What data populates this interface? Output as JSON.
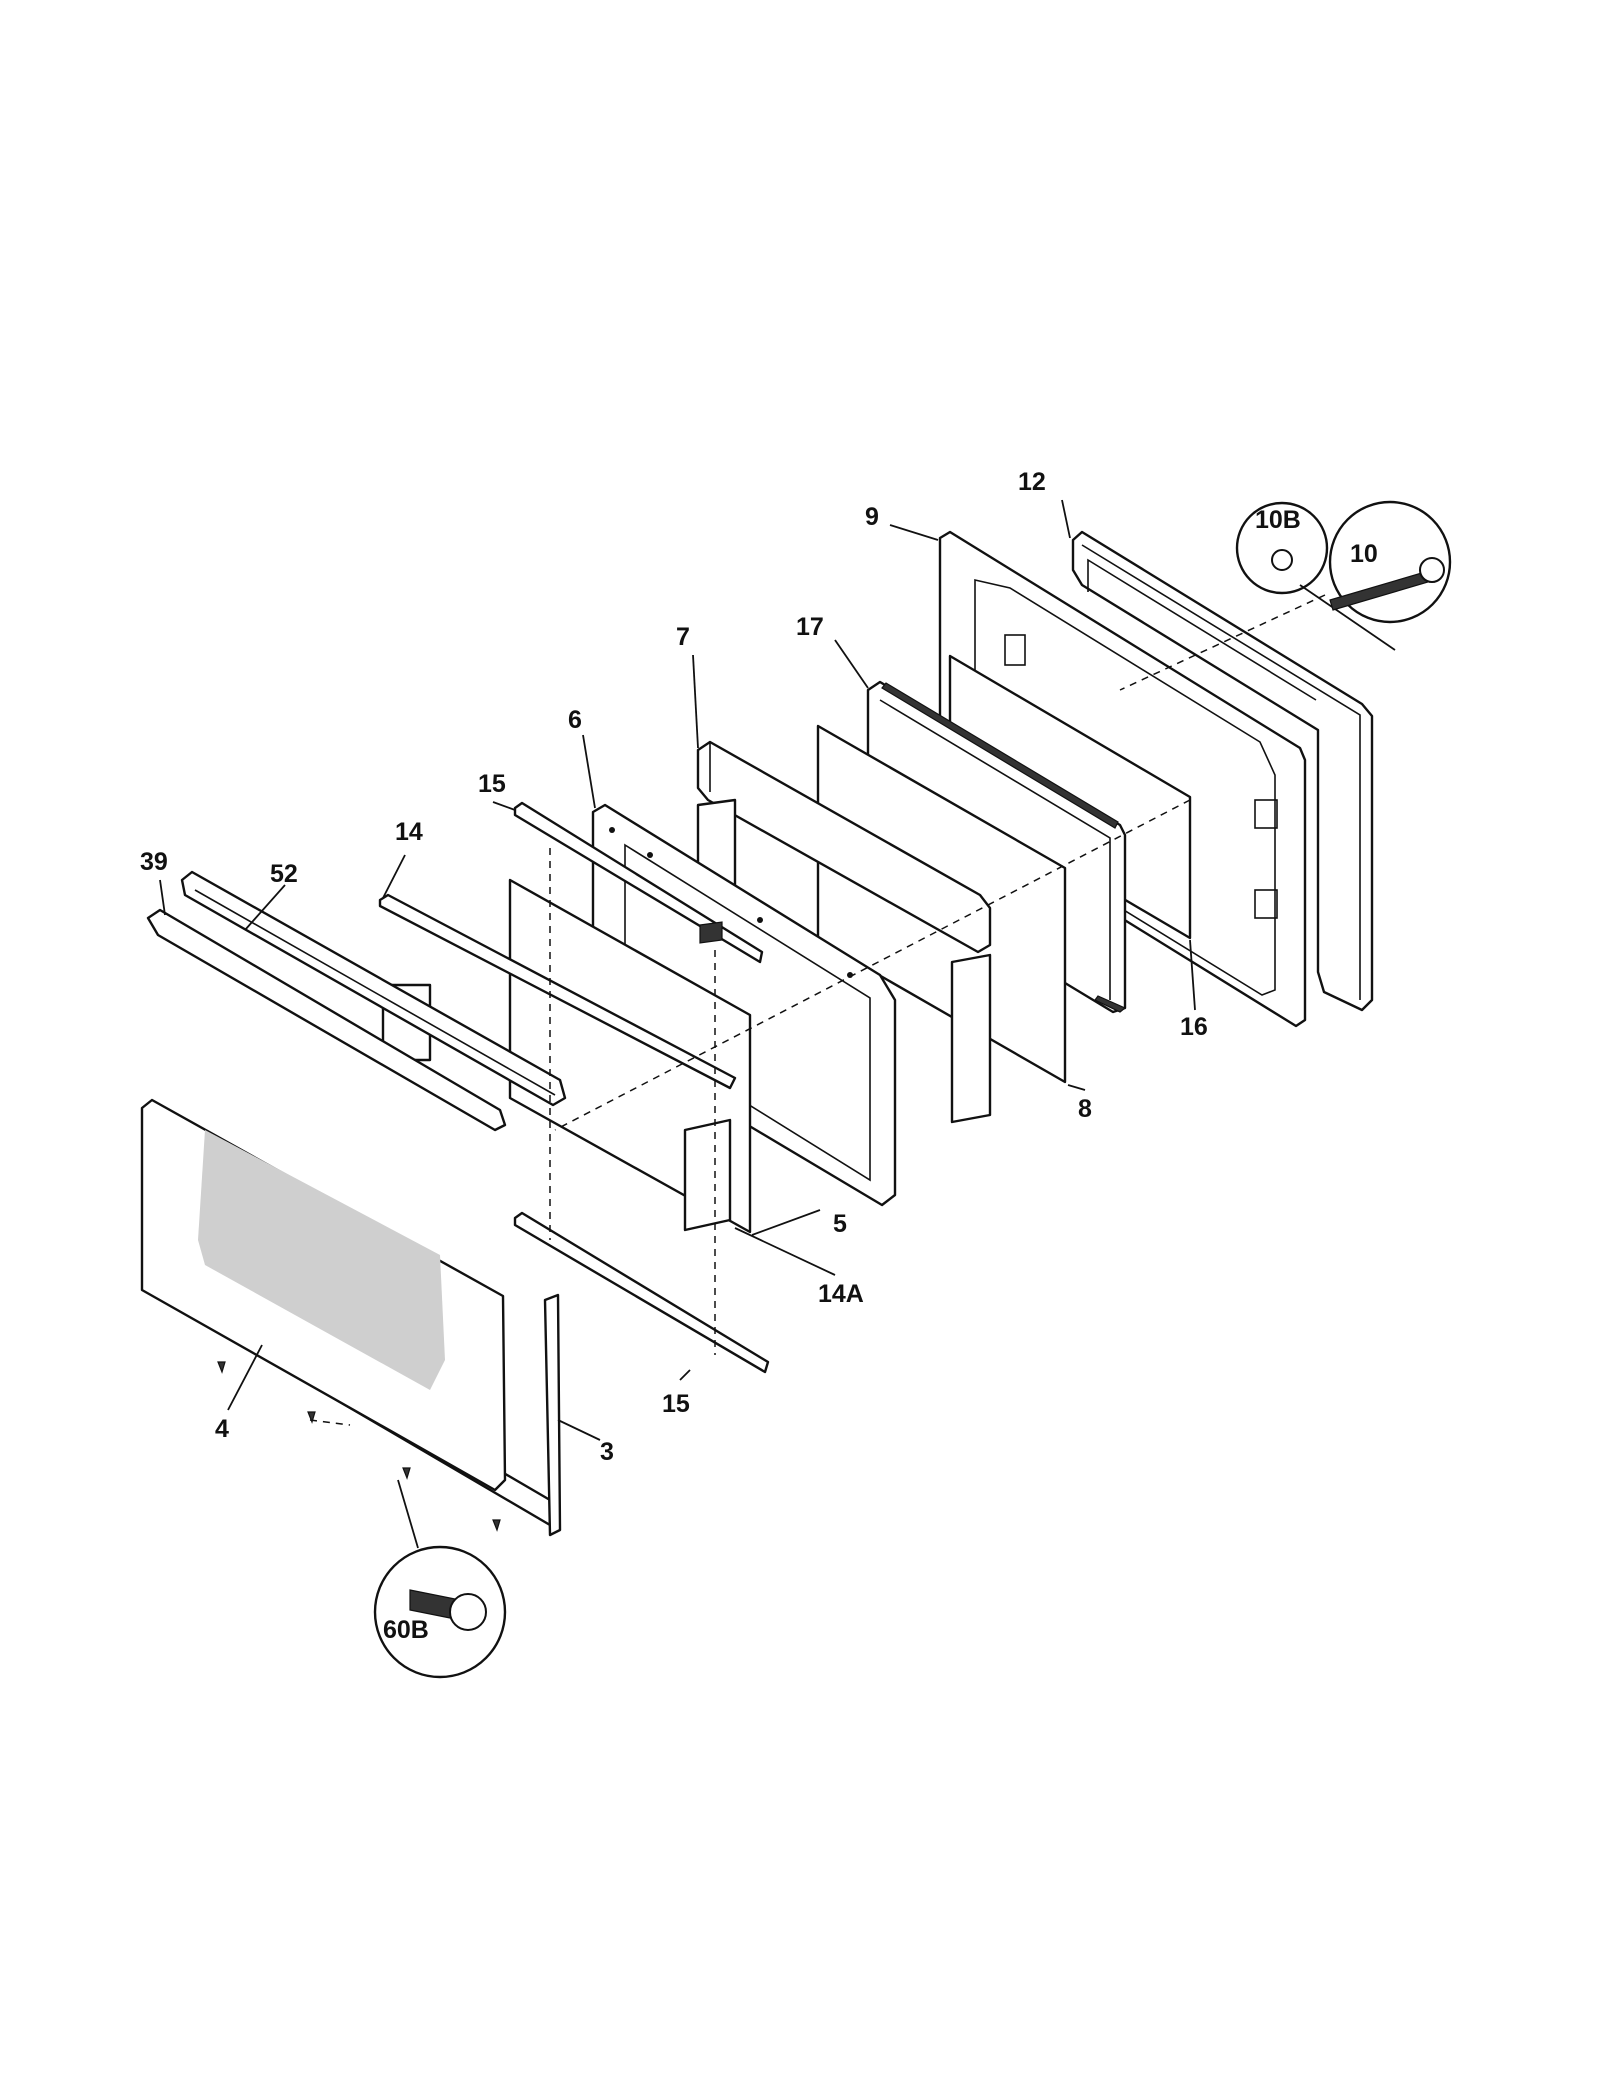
{
  "diagram": {
    "callouts": [
      "12",
      "9",
      "10B",
      "10",
      "7",
      "17",
      "6",
      "15",
      "14",
      "39",
      "52",
      "16",
      "8",
      "5",
      "14A",
      "15",
      "4",
      "3",
      "60B"
    ],
    "colors": {
      "line": "#111111",
      "background": "#ffffff",
      "screen": "#cfcfcf"
    },
    "icons": [
      "grommet-icon",
      "bolt-icon",
      "screw-icon"
    ]
  }
}
